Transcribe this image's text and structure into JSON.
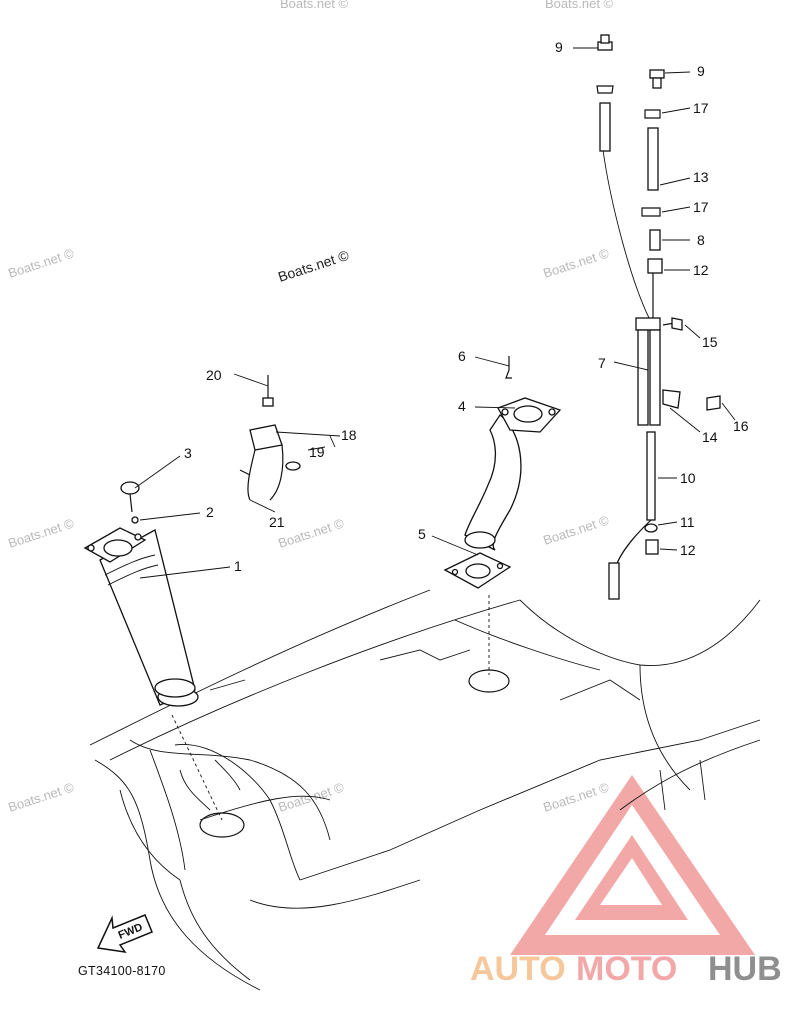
{
  "diagram": {
    "labels": [
      "1",
      "2",
      "3",
      "4",
      "5",
      "6",
      "7",
      "8",
      "9",
      "9",
      "10",
      "11",
      "12",
      "12",
      "13",
      "14",
      "15",
      "16",
      "17",
      "17",
      "18",
      "19",
      "20",
      "21"
    ],
    "watermark": "Boats.net ©",
    "part_code": "GT34100-8170",
    "fwd_label": "FWD"
  },
  "logo": {
    "part1": "AUTO",
    "part2": "MOTO",
    "part3": "HUB",
    "color_primary": "#f4a6a6",
    "color_secondary": "#f6c8a0",
    "color_dark": "#8a8a8a"
  }
}
